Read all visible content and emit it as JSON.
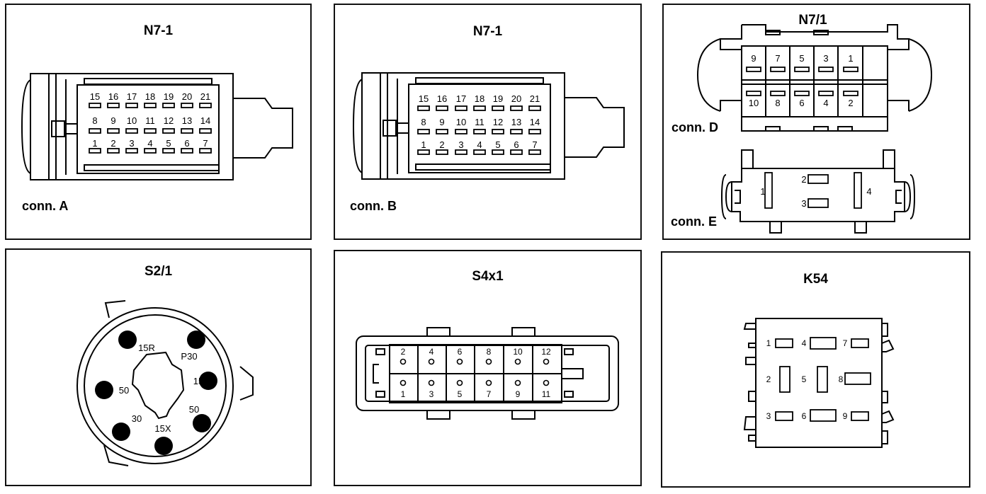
{
  "panels": {
    "n7_a": {
      "title": "N7-1",
      "label": "conn. A",
      "row_top": [
        "15",
        "16",
        "17",
        "18",
        "19",
        "20",
        "21"
      ],
      "row_mid": [
        "8",
        "9",
        "10",
        "11",
        "12",
        "13",
        "14"
      ],
      "row_bot": [
        "1",
        "2",
        "3",
        "4",
        "5",
        "6",
        "7"
      ]
    },
    "n7_b": {
      "title": "N7-1",
      "label": "conn. B",
      "row_top": [
        "15",
        "16",
        "17",
        "18",
        "19",
        "20",
        "21"
      ],
      "row_mid": [
        "8",
        "9",
        "10",
        "11",
        "12",
        "13",
        "14"
      ],
      "row_bot": [
        "1",
        "2",
        "3",
        "4",
        "5",
        "6",
        "7"
      ]
    },
    "n71": {
      "title": "N7/1",
      "label_d": "conn. D",
      "label_e": "conn. E",
      "d_top": [
        "9",
        "7",
        "5",
        "3",
        "1"
      ],
      "d_bot": [
        "10",
        "8",
        "6",
        "4",
        "2"
      ],
      "e_pins": [
        "1",
        "2",
        "3",
        "4"
      ]
    },
    "s21": {
      "title": "S2/1",
      "terminals": [
        "15R",
        "P30",
        "15",
        "50",
        "50",
        "30",
        "15X"
      ]
    },
    "s4x1": {
      "title": "S4x1",
      "top": [
        "2",
        "4",
        "6",
        "8",
        "10",
        "12"
      ],
      "bot": [
        "1",
        "3",
        "5",
        "7",
        "9",
        "11"
      ]
    },
    "k54": {
      "title": "K54",
      "pins": [
        "1",
        "2",
        "3",
        "4",
        "5",
        "6",
        "7",
        "8",
        "9"
      ]
    }
  },
  "colors": {
    "line": "#000000",
    "background": "#ffffff"
  }
}
